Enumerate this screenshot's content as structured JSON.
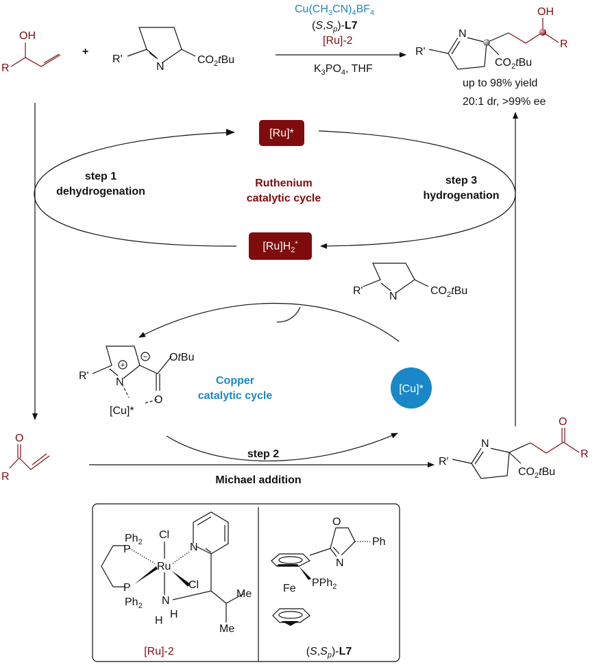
{
  "colors": {
    "ruthenium": "#7f0c0c",
    "copper": "#1a87c8",
    "text": "#111111"
  },
  "reaction": {
    "reactant1": {
      "oh": "OH",
      "r": "R"
    },
    "plus": "+",
    "reactant2": {
      "r_prime": "R'",
      "n": "N",
      "ester": "CO",
      "ester_sub": "2",
      "ester_tail": "tBu"
    },
    "conditions_above": {
      "copper_salt": "Cu(CH",
      "copper_salt_sub1": "3",
      "copper_salt_mid": "CN)",
      "copper_salt_sub2": "4",
      "copper_salt_end": "BF",
      "copper_salt_sub3": "4",
      "ligand_prefix": "(",
      "ligand_s": "S",
      "ligand_comma": ",",
      "ligand_sp": "S",
      "ligand_sp_sub": "p",
      "ligand_suffix": ")-",
      "ligand_name": "L7",
      "ru_catalyst": "[Ru]-2"
    },
    "conditions_below": {
      "base": "K",
      "base_sub1": "3",
      "base_mid": "PO",
      "base_sub2": "4",
      "solvent": ", THF"
    },
    "product": {
      "oh": "OH",
      "r": "R",
      "r_prime": "R'",
      "n": "N",
      "ester": "CO",
      "ester_sub": "2",
      "ester_tail": "tBu"
    },
    "yield": "up to 98% yield",
    "selectivity": "20:1 dr, >99% ee"
  },
  "ruthenium_cycle": {
    "title_line1": "Ruthenium",
    "title_line2": "catalytic cycle",
    "ru_active": "[Ru]*",
    "ru_hydride": "[Ru]H",
    "ru_hydride_sub": "2",
    "ru_hydride_star": "*",
    "step1_line1": "step 1",
    "step1_line2": "dehydrogenation",
    "step3_line1": "step 3",
    "step3_line2": "hydrogenation"
  },
  "copper_cycle": {
    "title_line1": "Copper",
    "title_line2": "catalytic cycle",
    "cu_active": "[Cu]*",
    "substrate": {
      "r_prime": "R'",
      "n": "N",
      "ester": "CO",
      "ester_sub": "2",
      "ester_tail": "tBu"
    },
    "complex": {
      "r_prime": "R'",
      "n": "N",
      "plus": "+",
      "minus": "−",
      "otbu": "OtBu",
      "o": "O",
      "cu": "[Cu]*"
    },
    "step2": "step 2",
    "michael": "Michael addition"
  },
  "enone": {
    "o": "O",
    "r": "R"
  },
  "ketone_product": {
    "o": "O",
    "r": "R",
    "r_prime": "R'",
    "n": "N",
    "ester": "CO",
    "ester_sub": "2",
    "ester_tail": "tBu"
  },
  "catalyst_box": {
    "ru2": {
      "label": "[Ru]-2",
      "ph2_top": "Ph",
      "ph2_top_sub": "2",
      "ph2_bot": "Ph",
      "ph2_bot_sub": "2",
      "p_top": "P",
      "p_bot": "P",
      "ru": "Ru",
      "cl_top": "Cl",
      "cl_right": "Cl",
      "n_pyr": "N",
      "n_amine": "N",
      "h1": "H",
      "h2": "H",
      "me1": "Me",
      "me2": "Me"
    },
    "l7": {
      "label_prefix": "(",
      "label_s": "S",
      "label_comma": ",",
      "label_sp": "S",
      "label_sp_sub": "p",
      "label_suffix": ")-",
      "label_name": "L7",
      "o": "O",
      "n": "N",
      "ph": "Ph",
      "pph2": "PPh",
      "pph2_sub": "2",
      "fe": "Fe"
    }
  }
}
